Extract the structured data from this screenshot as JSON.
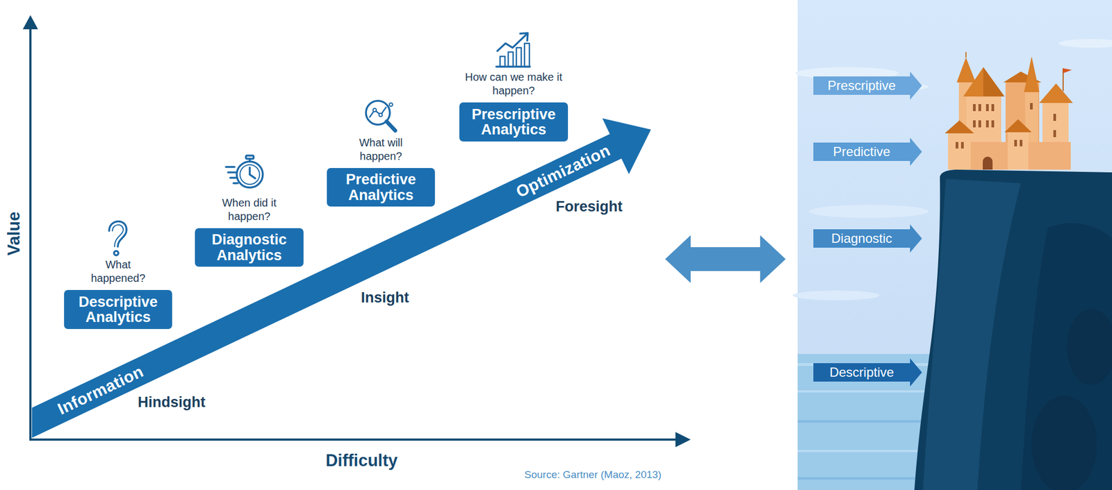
{
  "diagram": {
    "caption": "Source: Gartner (Maoz, 2013)",
    "nodes": [
      {
        "text": [
          "What happened?",
          "Descriptive Analytics"
        ]
      },
      {
        "text": [
          "When did it happen?",
          "Diagnostic Analytics"
        ]
      },
      {
        "text": [
          "What will happen?",
          "Predictive Analytics"
        ]
      },
      {
        "text": [
          "How can we make it happen?",
          "Prescriptive Analytics"
        ]
      },
      {
        "text": [
          "Information",
          "Optimization"
        ]
      },
      {
        "text": [
          "Prescriptive"
        ]
      },
      {
        "text": [
          "Predictive"
        ]
      },
      {
        "text": [
          "Diagnostic"
        ]
      },
      {
        "text": [
          "Descriptive"
        ]
      }
    ],
    "labels": [
      "Value",
      "Difficulty",
      "Hindsight",
      "Insight",
      "Foresight"
    ]
  }
}
